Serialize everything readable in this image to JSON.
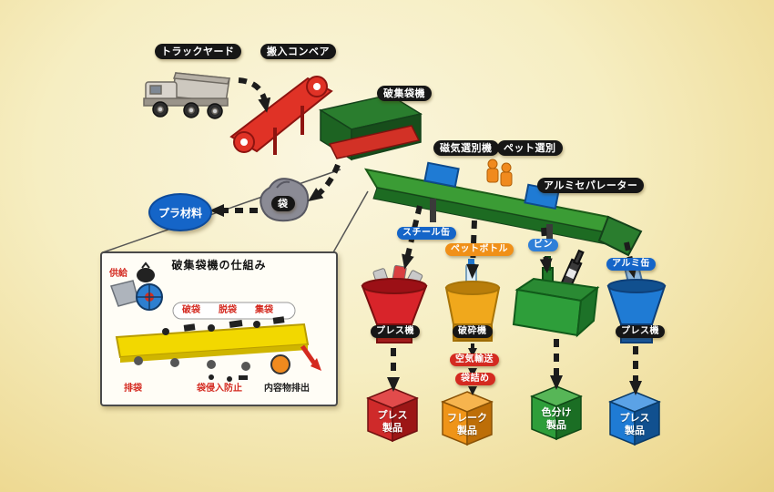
{
  "palette": {
    "background_gold": "#eeda94",
    "label_dark": "#161616",
    "blue": "#1565c8",
    "orange": "#f09018",
    "red": "#d42a20",
    "green": "#2e9e3a",
    "conveyor_yellow": "#f2d800"
  },
  "icons": [
    "truck-icon",
    "infeed-conveyor-icon",
    "bag-breaker-machine-icon",
    "sorting-conveyor-icon",
    "magnetic-separator-box-icon",
    "workers-icon",
    "aluminum-separator-box-icon",
    "bag-icon",
    "steel-cans-icon",
    "pet-bottle-icon",
    "glass-bottles-icon",
    "aluminum-can-icon",
    "press-hopper-icon",
    "crusher-icon",
    "bottle-crate-icon",
    "product-cube-icon",
    "dashed-arrow-icon"
  ],
  "labels": {
    "truck_yard": "トラックヤード",
    "carry_in_conveyor": "搬入コンベア",
    "bag_breaker": "破集袋機",
    "magnetic_separator": "磁気選別機",
    "pet_sorting": "ペット選別",
    "aluminum_separator": "アルミセパレーター",
    "plastic_material": "プラ材料",
    "bag": "袋"
  },
  "inset": {
    "title": "破集袋機の仕組み",
    "supply": "供給",
    "break_bag": "破袋",
    "unbag": "脱袋",
    "collect_bag": "集袋",
    "discharge_bag": "排袋",
    "bag_intrusion_prevention": "袋侵入防止",
    "contents_discharge": "内容物排出"
  },
  "streams": [
    {
      "material": "スチール缶",
      "machine": "プレス機",
      "product": "プレス\n製品",
      "color": "#d8242a"
    },
    {
      "material": "ペットボトル",
      "machine": "破砕機",
      "step1": "空気輸送",
      "step2": "袋詰め",
      "product": "フレーク\n製品",
      "color": "#ef9418"
    },
    {
      "material": "ビン",
      "product": "色分け\n製品",
      "color": "#2e9e3a"
    },
    {
      "material": "アルミ缶",
      "machine": "プレス機",
      "product": "プレス\n製品",
      "color": "#1f7bd4"
    }
  ]
}
